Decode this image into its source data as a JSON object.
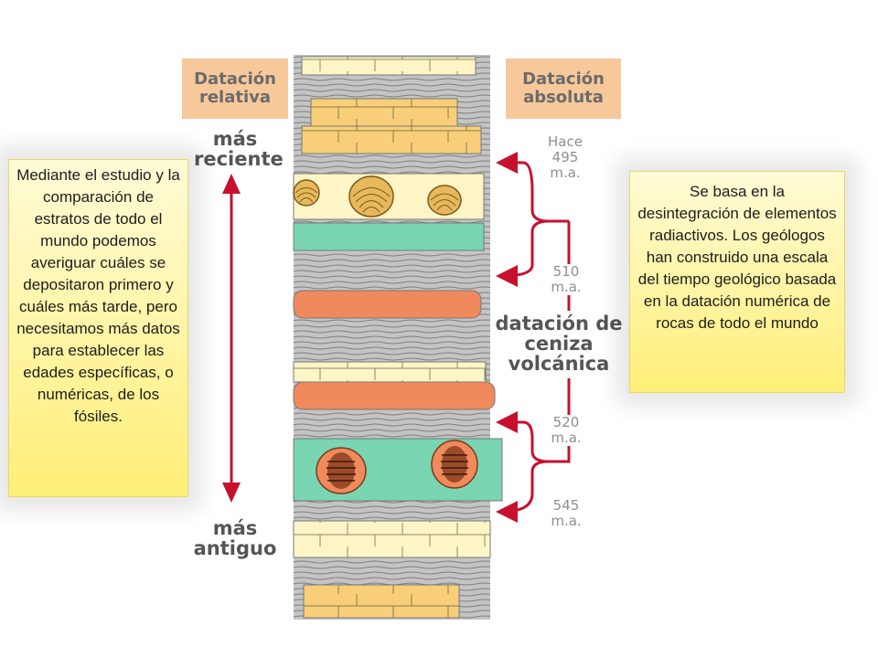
{
  "headers": {
    "relative": [
      "Datación",
      "relativa"
    ],
    "absolute": [
      "Datación",
      "absoluta"
    ]
  },
  "labels": {
    "recent": [
      "más",
      "reciente"
    ],
    "oldest": [
      "más",
      "antiguo"
    ],
    "ash": [
      "datación de",
      "ceniza",
      "volcánica"
    ]
  },
  "ages": {
    "a495": [
      "Hace",
      "495 m.a."
    ],
    "a510": "510 m.a.",
    "a520": "520 m.a.",
    "a545": "545 m.a."
  },
  "notes": {
    "left": "Mediante el estudio y la comparación de estratos de todo el mundo podemos averiguar cuáles se depositaron primero y cuáles más tarde, pero necesitamos más datos para establecer las edades específicas, o numéricas, de los fósiles.",
    "right": "Se basa en la desintegración de elementos radiactivos. Los geólogos han construido una escala del tiempo geológico basada en la datación numérica de rocas de todo el mundo"
  },
  "colors": {
    "header_bg": "#f7c89a",
    "arrow_red": "#c8102e",
    "limestone": "#fdf5c6",
    "sandstone": "#f8cf78",
    "shale": "#bdbdbd",
    "green_layer": "#79d5b2",
    "ash_layer": "#f08a5d",
    "note_bg": "#fff27a"
  },
  "icons": {
    "fossils_upper": "shell-fossil-icon",
    "fossils_lower": "trilobite-fossil-icon"
  }
}
